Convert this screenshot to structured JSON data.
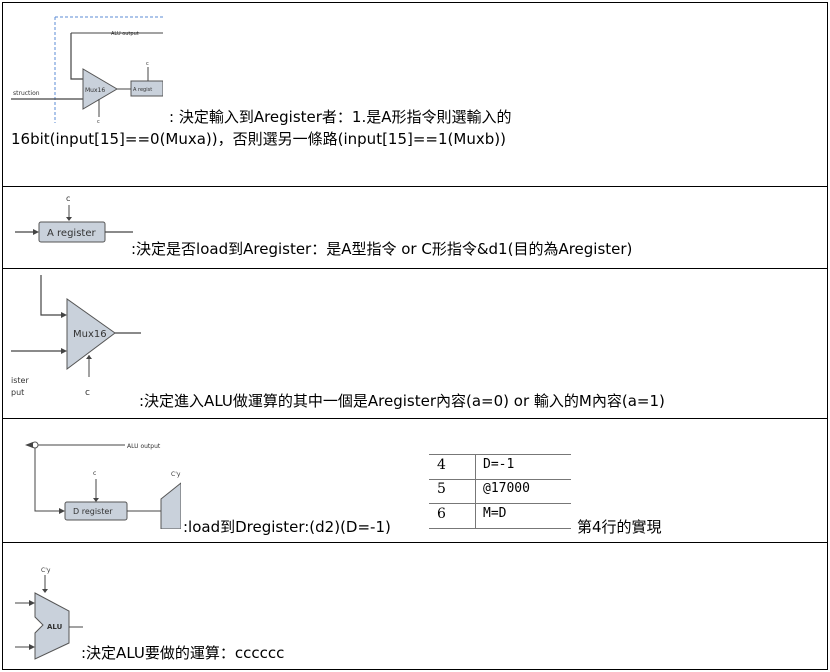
{
  "rows": [
    {
      "diagram": {
        "label_input": "struction",
        "label_alu": "ALU output",
        "label_mux": "Mux16",
        "label_areg": "A regist",
        "label_c1": "c",
        "label_c2": "c"
      },
      "line1": ": 決定輸入到Aregister者：1.是A形指令則選輸入的",
      "line2": "16bit(input[15]==0(Muxa))，否則選另一條路(input[15]==1(Muxb))"
    },
    {
      "diagram": {
        "label_c": "c",
        "label_areg": "A register"
      },
      "text": ":決定是否load到Aregister：是A型指令 or C形指令&d1(目的為Aregister)"
    },
    {
      "diagram": {
        "label_mux": "Mux16",
        "label_c": "c",
        "label_ister": "ister",
        "label_put": "put"
      },
      "text": ":決定進入ALU做運算的其中一個是Aregister內容(a=0) or 輸入的M內容(a=1)"
    },
    {
      "diagram": {
        "label_alu": "ALU output",
        "label_c": "c",
        "label_cy": "C'y",
        "label_dreg": "D register"
      },
      "text_left": ":load到Dregister:(d2)(D=-1)",
      "code": [
        {
          "num": "4",
          "val": "D=-1"
        },
        {
          "num": "5",
          "val": "@17000"
        },
        {
          "num": "6",
          "val": "M=D"
        }
      ],
      "text_right": "第4行的實現"
    },
    {
      "diagram": {
        "label_cy": "C'y",
        "label_alu": "ALU"
      },
      "text": ":決定ALU要做的運算：cccccc"
    }
  ]
}
